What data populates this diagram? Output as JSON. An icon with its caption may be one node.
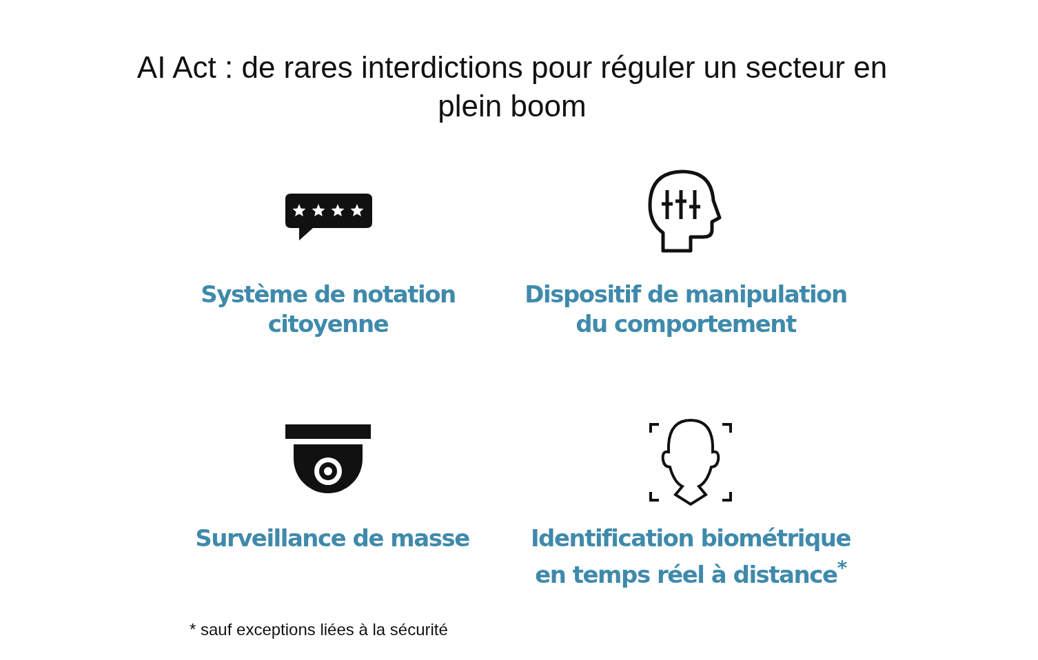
{
  "diagram": {
    "title": "AI Act : de rares interdictions pour réguler un secteur en plein boom",
    "labels": [
      "Système de notation citoyenne",
      "Dispositif de manipulation du comportement",
      "Surveillance de masse",
      "Identification biométrique en temps réel à distance$^{*}$",
      "* sauf exceptions liées à la sécurité"
    ]
  }
}
